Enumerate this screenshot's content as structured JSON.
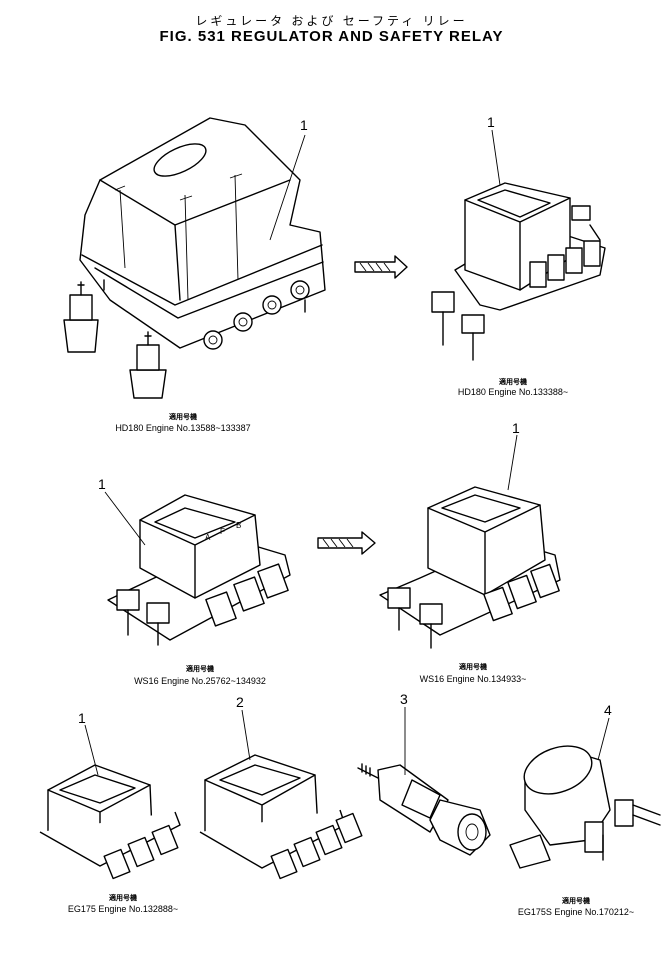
{
  "title_jp": "レギュレータ および セーフティ リレー",
  "title": "FIG. 531  REGULATOR AND SAFETY RELAY",
  "callouts": [
    "1",
    "1",
    "1",
    "1",
    "1",
    "2",
    "3",
    "4"
  ],
  "application_label": "適用号機",
  "captions": {
    "hd180_early": "HD180  Engine  No.13588~133387",
    "hd180_late": "HD180  Engine  No.133388~",
    "ws16_early": "WS16  Engine  No.25762~134932",
    "ws16_late": "WS16  Engine  No.134933~",
    "eg175": "EG175  Engine  No.132888~",
    "eg175s": "EG175S  Engine  No.170212~"
  },
  "terminal_marks": [
    "A",
    "F",
    "B"
  ]
}
